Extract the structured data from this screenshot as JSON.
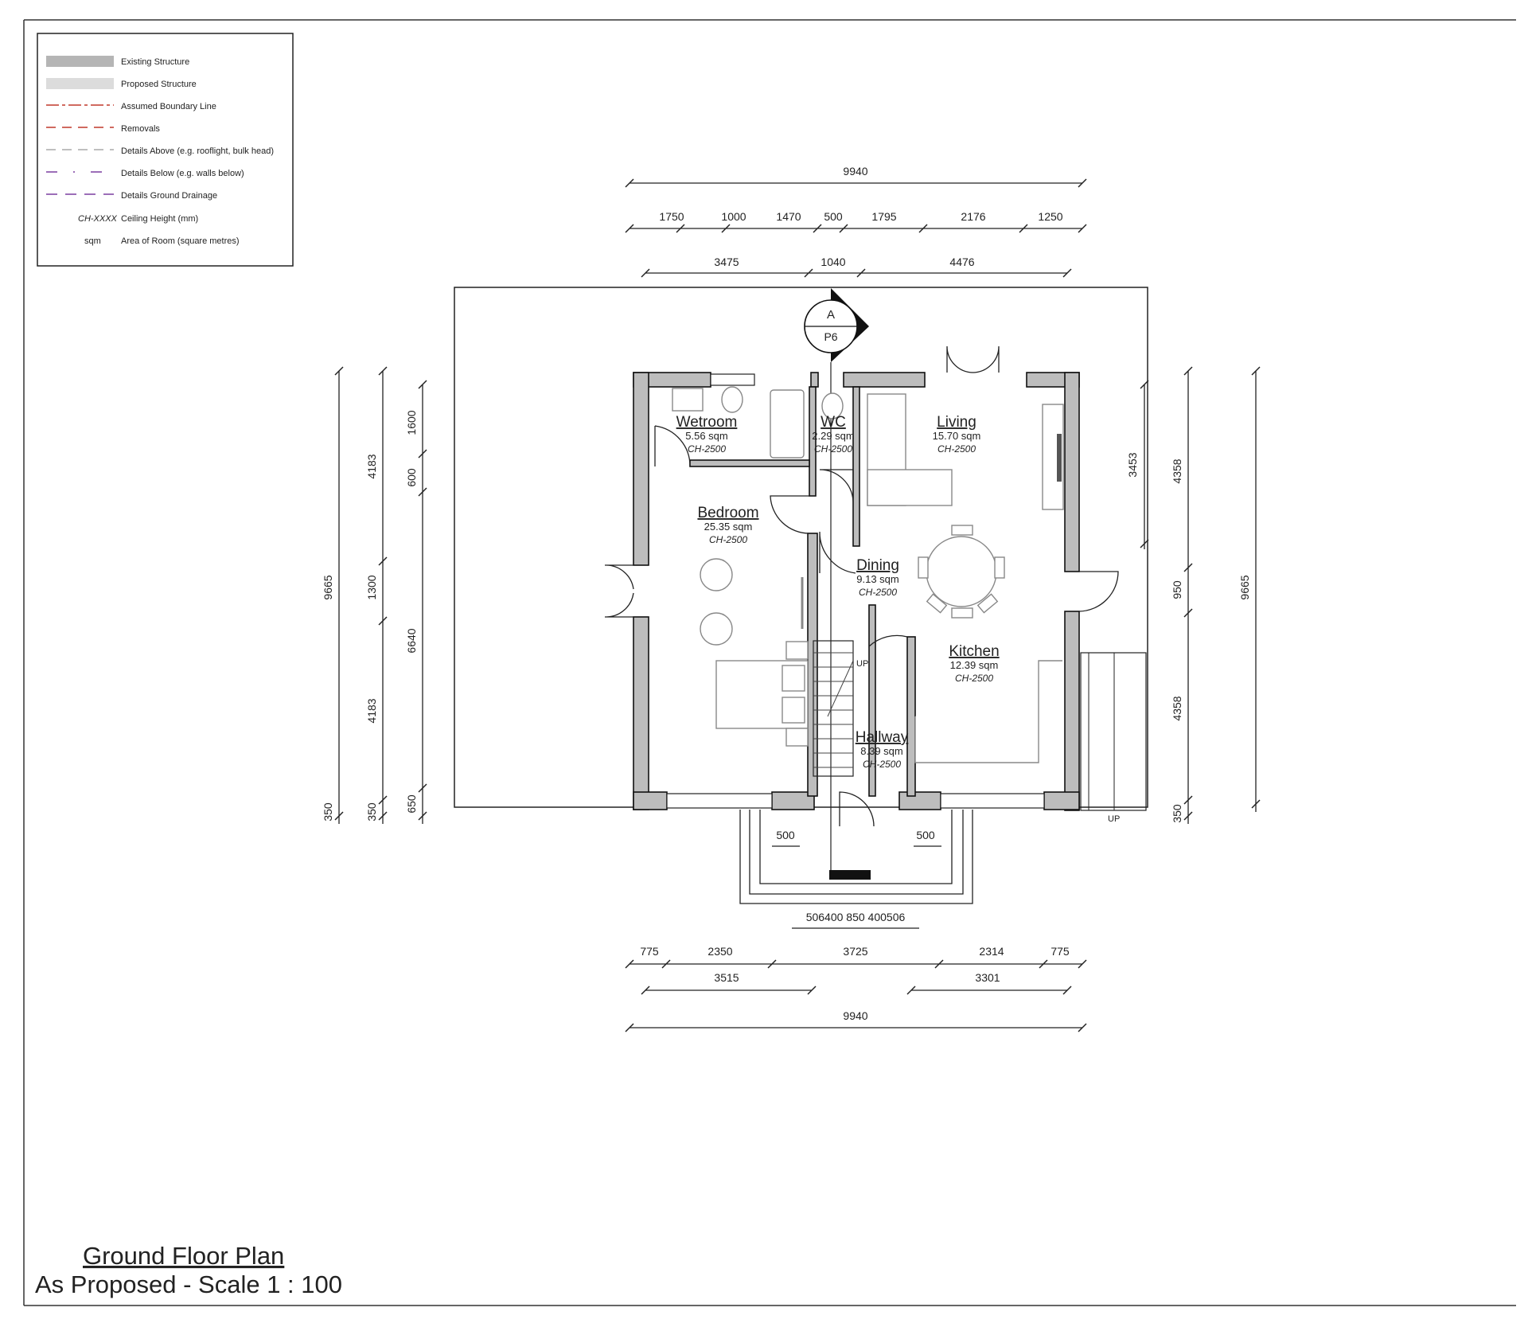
{
  "legend": {
    "items": [
      {
        "label": "Existing Structure",
        "style": "existing"
      },
      {
        "label": "Proposed Structure",
        "style": "proposed"
      },
      {
        "label": "Assumed Boundary Line",
        "style": "boundary",
        "color": "#c0392b"
      },
      {
        "label": "Removals",
        "style": "removals",
        "color": "#c0392b"
      },
      {
        "label": "Details Above (e.g. rooflight, bulk head)",
        "style": "above",
        "color": "#aaaaaa"
      },
      {
        "label": "Details Below (e.g. walls below)",
        "style": "below",
        "color": "#7b3fa0"
      },
      {
        "label": "Details Ground Drainage",
        "style": "drainage",
        "color": "#7b3fa0"
      }
    ],
    "ceiling_symbol": "CH-XXXX",
    "ceiling_label": "Ceiling Height (mm)",
    "area_symbol": "sqm",
    "area_label": "Area of Room (square metres)"
  },
  "section_marker": {
    "letter": "A",
    "sheet": "P6"
  },
  "rooms": {
    "wetroom": {
      "name": "Wetroom",
      "area": "5.56 sqm",
      "ceiling": "CH-2500"
    },
    "wc": {
      "name": "WC",
      "area": "2.29 sqm",
      "ceiling": "CH-2500"
    },
    "living": {
      "name": "Living",
      "area": "15.70 sqm",
      "ceiling": "CH-2500"
    },
    "bedroom": {
      "name": "Bedroom",
      "area": "25.35 sqm",
      "ceiling": "CH-2500"
    },
    "dining": {
      "name": "Dining",
      "area": "9.13 sqm",
      "ceiling": "CH-2500"
    },
    "kitchen": {
      "name": "Kitchen",
      "area": "12.39 sqm",
      "ceiling": "CH-2500"
    },
    "hallway": {
      "name": "Hallway",
      "area": "8.39 sqm",
      "ceiling": "CH-2500"
    }
  },
  "dimensions": {
    "top_overall": "9940",
    "top_segments": [
      "1750",
      "1000",
      "1470",
      "500",
      "1795",
      "2176",
      "1250"
    ],
    "top_inner": [
      "3475",
      "1040",
      "4476"
    ],
    "left_outer_total": "9665",
    "left_outer_bottom": "350",
    "left_mid": [
      "4183",
      "1300",
      "4183",
      "350"
    ],
    "left_inner": [
      "1600",
      "600",
      "6640",
      "650"
    ],
    "right_inner": "3453",
    "right_mid": [
      "4358",
      "950",
      "4358",
      "350"
    ],
    "right_outer_total": "9665",
    "porch_left": "500",
    "porch_right": "500",
    "porch_segments": "506400  850  400506",
    "bottom_row1": [
      "775",
      "2350",
      "3725",
      "2314",
      "775"
    ],
    "bottom_row2": [
      "3515",
      "3301"
    ],
    "bottom_overall": "9940"
  },
  "stair_label": "UP",
  "ramp_label": "UP",
  "title": {
    "line1": "Ground Floor Plan",
    "line2": "As Proposed - Scale  1 : 100"
  }
}
